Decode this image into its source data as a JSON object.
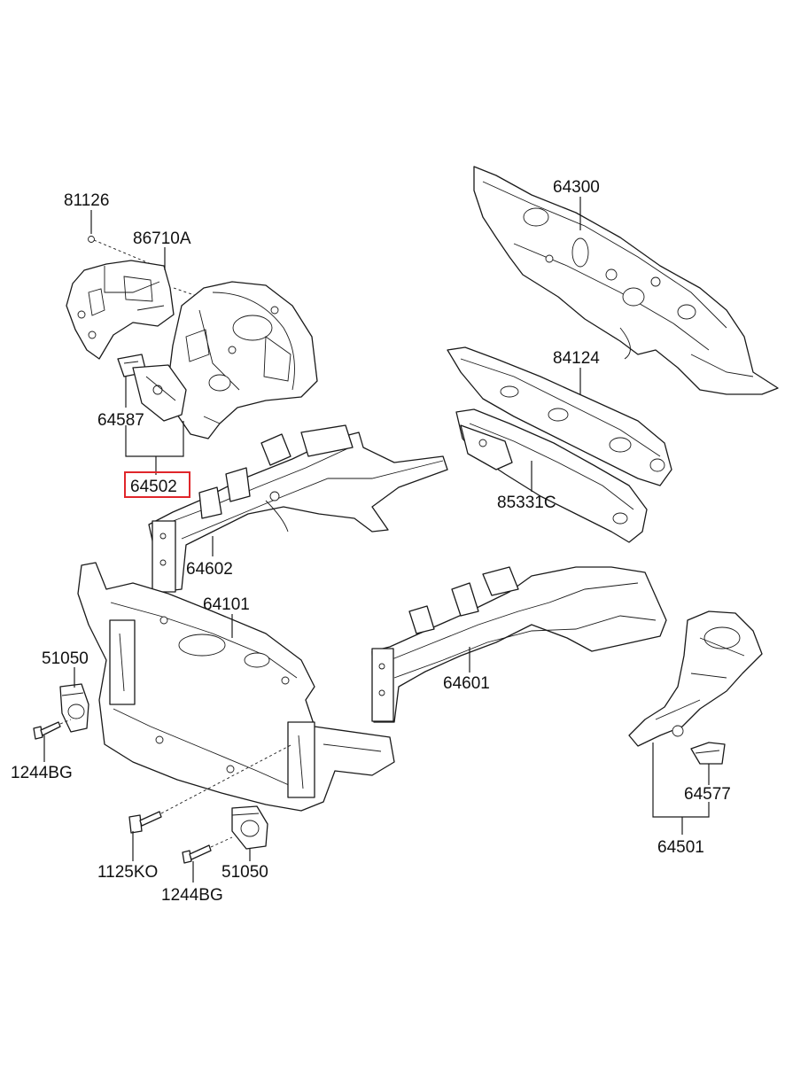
{
  "highlight_color": "#e0262b",
  "line_color": "#1a1a1a",
  "callouts": {
    "p81126": "81126",
    "p86710A": "86710A",
    "p64587": "64587",
    "p64502": "64502",
    "p64602": "64602",
    "p64300": "64300",
    "p84124": "84124",
    "p85331C": "85331C",
    "p64101": "64101",
    "p51050_left": "51050",
    "p1244BG_left": "1244BG",
    "p64601": "64601",
    "p64577": "64577",
    "p64501": "64501",
    "p1125KO": "1125KO",
    "p51050_bottom": "51050",
    "p1244BG_bottom": "1244BG"
  },
  "selected_part": "64502"
}
